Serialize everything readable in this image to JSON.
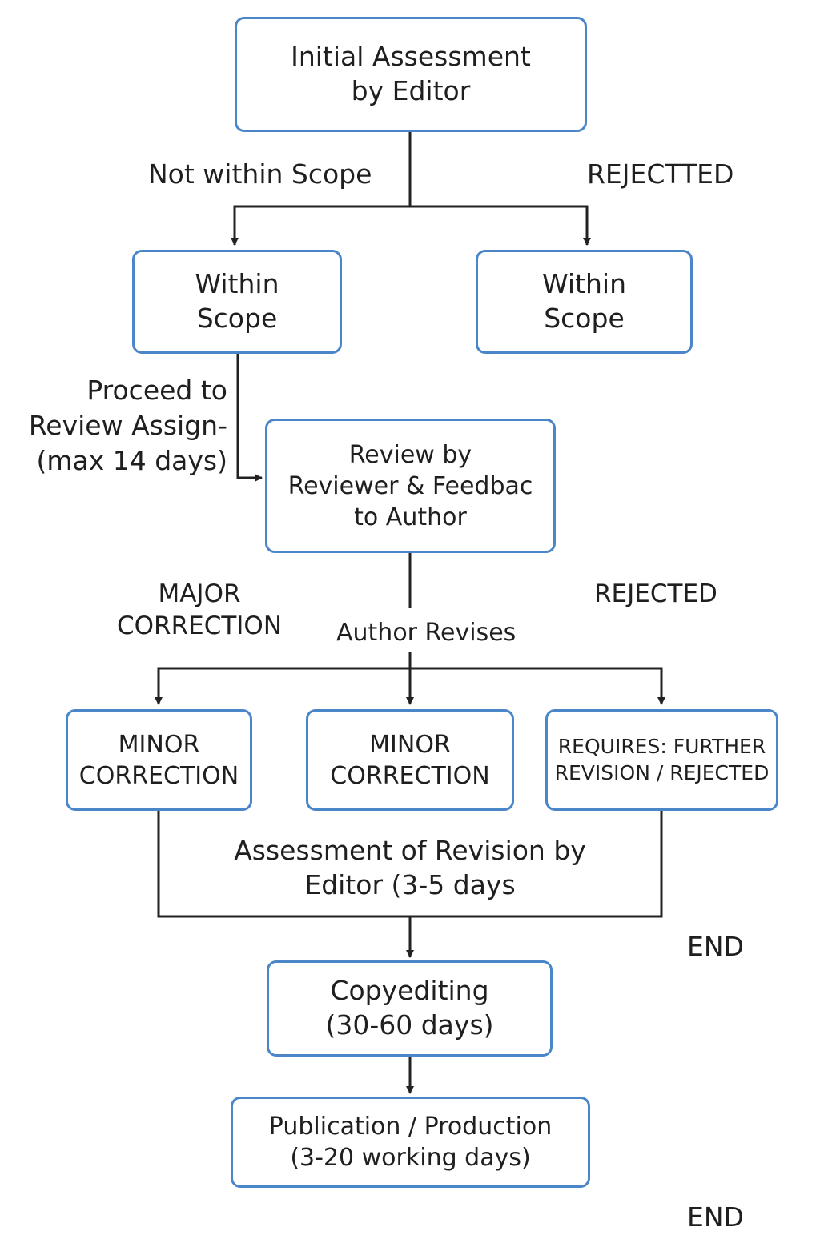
{
  "nodes": {
    "initial": "Initial Assessment\nby Editor",
    "within_left": "Within\nScope",
    "within_right": "Within\nScope",
    "review": "Review by\nReviewer & Feedbac\nto Author",
    "minor_left": "MINOR\nCORRECTION",
    "minor_mid": "MINOR\nCORRECTION",
    "requires": "REQUIRES: FURTHER\nREVISION / REJECTED",
    "copyediting": "Copyediting\n(30-60 days)",
    "publication": "Publication / Production\n(3-20 working days)"
  },
  "labels": {
    "not_within": "Not within Scope",
    "rejected_top": "REJECTTED",
    "proceed": "Proceed to\nReview Assign-\n(max 14 days)",
    "major": "MAJOR\nCORRECTION",
    "rejected_mid": "REJECTED",
    "author_revises": "Author Revises",
    "assessment": "Assessment of Revision by\nEditor (3-5 days",
    "end_1": "END",
    "end_2": "END"
  }
}
